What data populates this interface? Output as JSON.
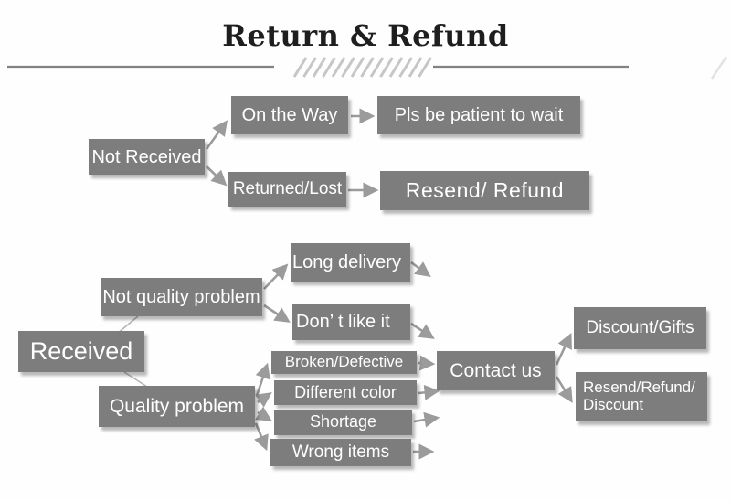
{
  "title": "Return & Refund",
  "colors": {
    "node_background": "#7d7d7d",
    "node_text": "#ffffff",
    "arrow": "#9b9b9b",
    "title_text": "#1e1e1e",
    "separator_line": "#828282",
    "hatch": "#c6c6c6",
    "background": "#fefefe"
  },
  "nodes": {
    "not_received": "Not Received",
    "on_the_way": "On the Way",
    "pls_wait": "Pls be patient to wait",
    "returned_lost": "Returned/Lost",
    "resend_refund": "Resend/ Refund",
    "received": "Received",
    "not_quality_problem": "Not quality problem",
    "quality_problem": "Quality problem",
    "long_delivery": "Long delivery",
    "dont_like_it": "Don’ t like it",
    "broken_defective": "Broken/Defective",
    "different_color": "Different color",
    "shortage": "Shortage",
    "wrong_items": "Wrong items",
    "contact_us": "Contact us",
    "discount_gifts": "Discount/Gifts",
    "resend_refund_discount": "Resend/Refund/\nDiscount"
  },
  "edges": [
    {
      "from": "Not Received",
      "to": "On the Way"
    },
    {
      "from": "Not Received",
      "to": "Returned/Lost"
    },
    {
      "from": "On the Way",
      "to": "Pls be patient to wait"
    },
    {
      "from": "Returned/Lost",
      "to": "Resend/ Refund"
    },
    {
      "from": "Received",
      "to": "Not quality problem"
    },
    {
      "from": "Received",
      "to": "Quality problem"
    },
    {
      "from": "Not quality problem",
      "to": "Long delivery"
    },
    {
      "from": "Not quality problem",
      "to": "Don’ t like it"
    },
    {
      "from": "Long delivery",
      "to": "Contact us"
    },
    {
      "from": "Don’ t like it",
      "to": "Contact us"
    },
    {
      "from": "Quality problem",
      "to": "Broken/Defective"
    },
    {
      "from": "Quality problem",
      "to": "Different color"
    },
    {
      "from": "Quality problem",
      "to": "Shortage"
    },
    {
      "from": "Quality problem",
      "to": "Wrong items"
    },
    {
      "from": "Broken/Defective",
      "to": "Contact us"
    },
    {
      "from": "Different color",
      "to": "Contact us"
    },
    {
      "from": "Shortage",
      "to": "Contact us"
    },
    {
      "from": "Wrong items",
      "to": "Contact us"
    },
    {
      "from": "Contact us",
      "to": "Discount/Gifts"
    },
    {
      "from": "Contact us",
      "to": "Resend/Refund/ Discount"
    }
  ]
}
